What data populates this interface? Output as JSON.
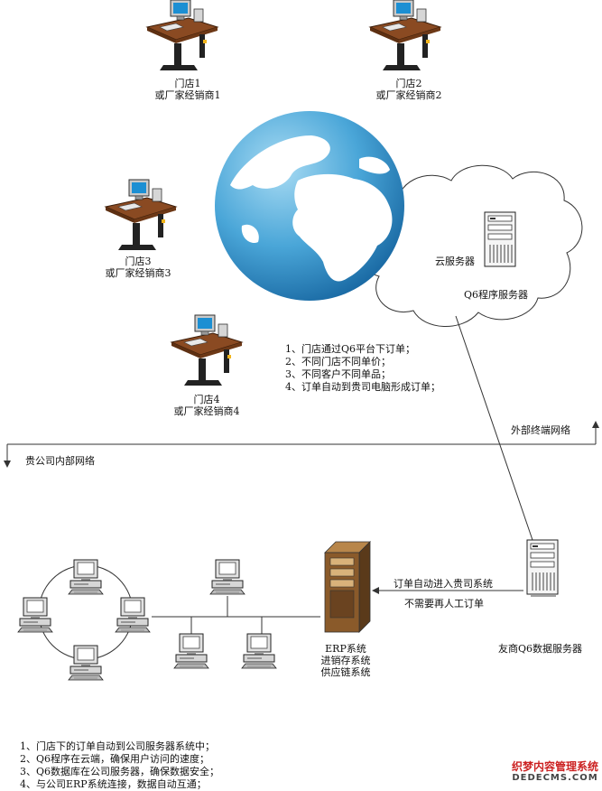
{
  "stores": [
    {
      "line1": "门店1",
      "line2": "或厂家经销商1"
    },
    {
      "line1": "门店2",
      "line2": "或厂家经销商2"
    },
    {
      "line1": "门店3",
      "line2": "或厂家经销商3"
    },
    {
      "line1": "门店4",
      "line2": "或厂家经销商4"
    }
  ],
  "cloud": {
    "label": "云服务器",
    "server_label": "Q6程序服务器"
  },
  "ordering_points": [
    "1、门店通过Q6平台下订单；",
    "2、不同门店不同单价；",
    "3、不同客户不同单品；",
    "4、订单自动到贵司电脑形成订单；"
  ],
  "network": {
    "external": "外部终端网络",
    "internal": "贵公司内部网络"
  },
  "erp": {
    "line1": "ERP系统",
    "line2": "进销存系统",
    "line3": "供应链系统"
  },
  "flow": {
    "line1": "订单自动进入贵司系统",
    "line2": "不需要再人工订单"
  },
  "data_server": {
    "label": "友商Q6数据服务器"
  },
  "bottom_points": [
    "1、门店下的订单自动到公司服务器系统中；",
    "2、Q6程序在云端，确保用户访问的速度；",
    "3、Q6数据库在公司服务器，确保数据安全；",
    "4、与公司ERP系统连接，数据自动互通；"
  ],
  "watermark": {
    "line1": "织梦内容管理系统",
    "line2": "DEDECMS.COM"
  }
}
